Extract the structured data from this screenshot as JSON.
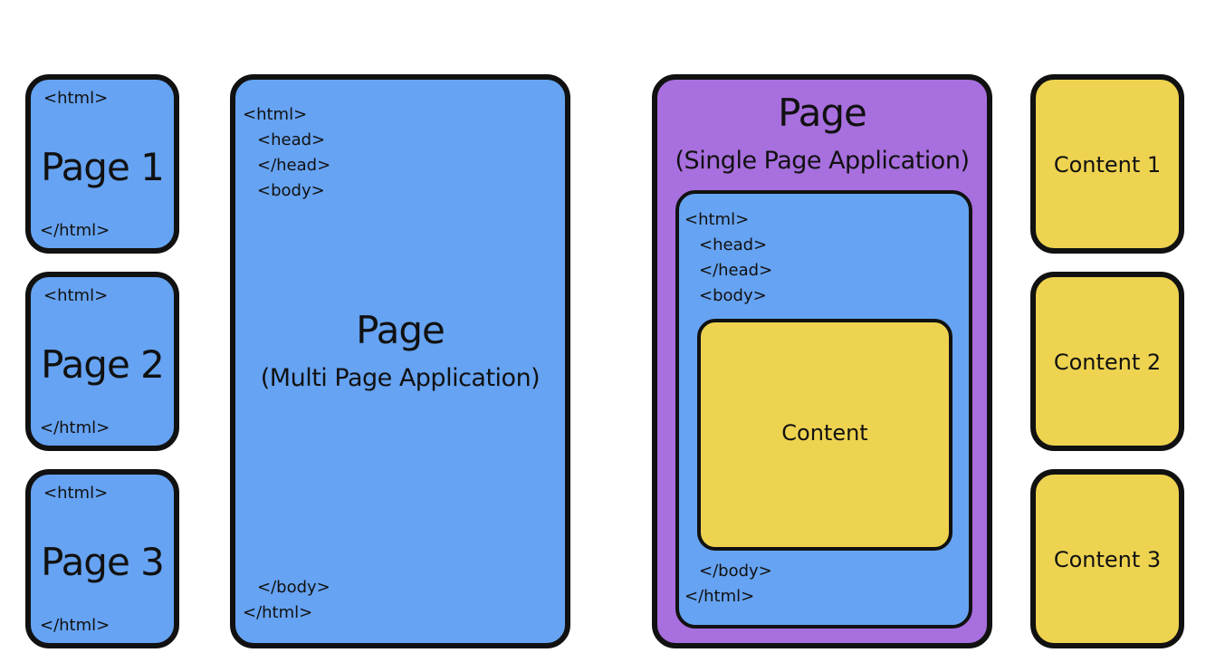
{
  "pages": [
    {
      "open": "<html>",
      "title": "Page 1",
      "close": "</html>"
    },
    {
      "open": "<html>",
      "title": "Page 2",
      "close": "</html>"
    },
    {
      "open": "<html>",
      "title": "Page 3",
      "close": "</html>"
    }
  ],
  "mpa": {
    "tags_top": [
      "<html>",
      "<head>",
      "</head>",
      "<body>"
    ],
    "title": "Page",
    "subtitle": "(Multi Page Application)",
    "tags_bottom": [
      "</body>",
      "</html>"
    ]
  },
  "spa": {
    "title": "Page",
    "subtitle": "(Single Page Application)",
    "tags_top": [
      "<html>",
      "<head>",
      "</head>",
      "<body>"
    ],
    "content": "Content",
    "tags_bottom": [
      "</body>",
      "</html>"
    ]
  },
  "contents": [
    {
      "label": "Content 1"
    },
    {
      "label": "Content 2"
    },
    {
      "label": "Content 3"
    }
  ],
  "colors": {
    "blue": "#66a3f2",
    "yellow": "#eed350",
    "purple": "#a86fde",
    "border": "#111111"
  }
}
